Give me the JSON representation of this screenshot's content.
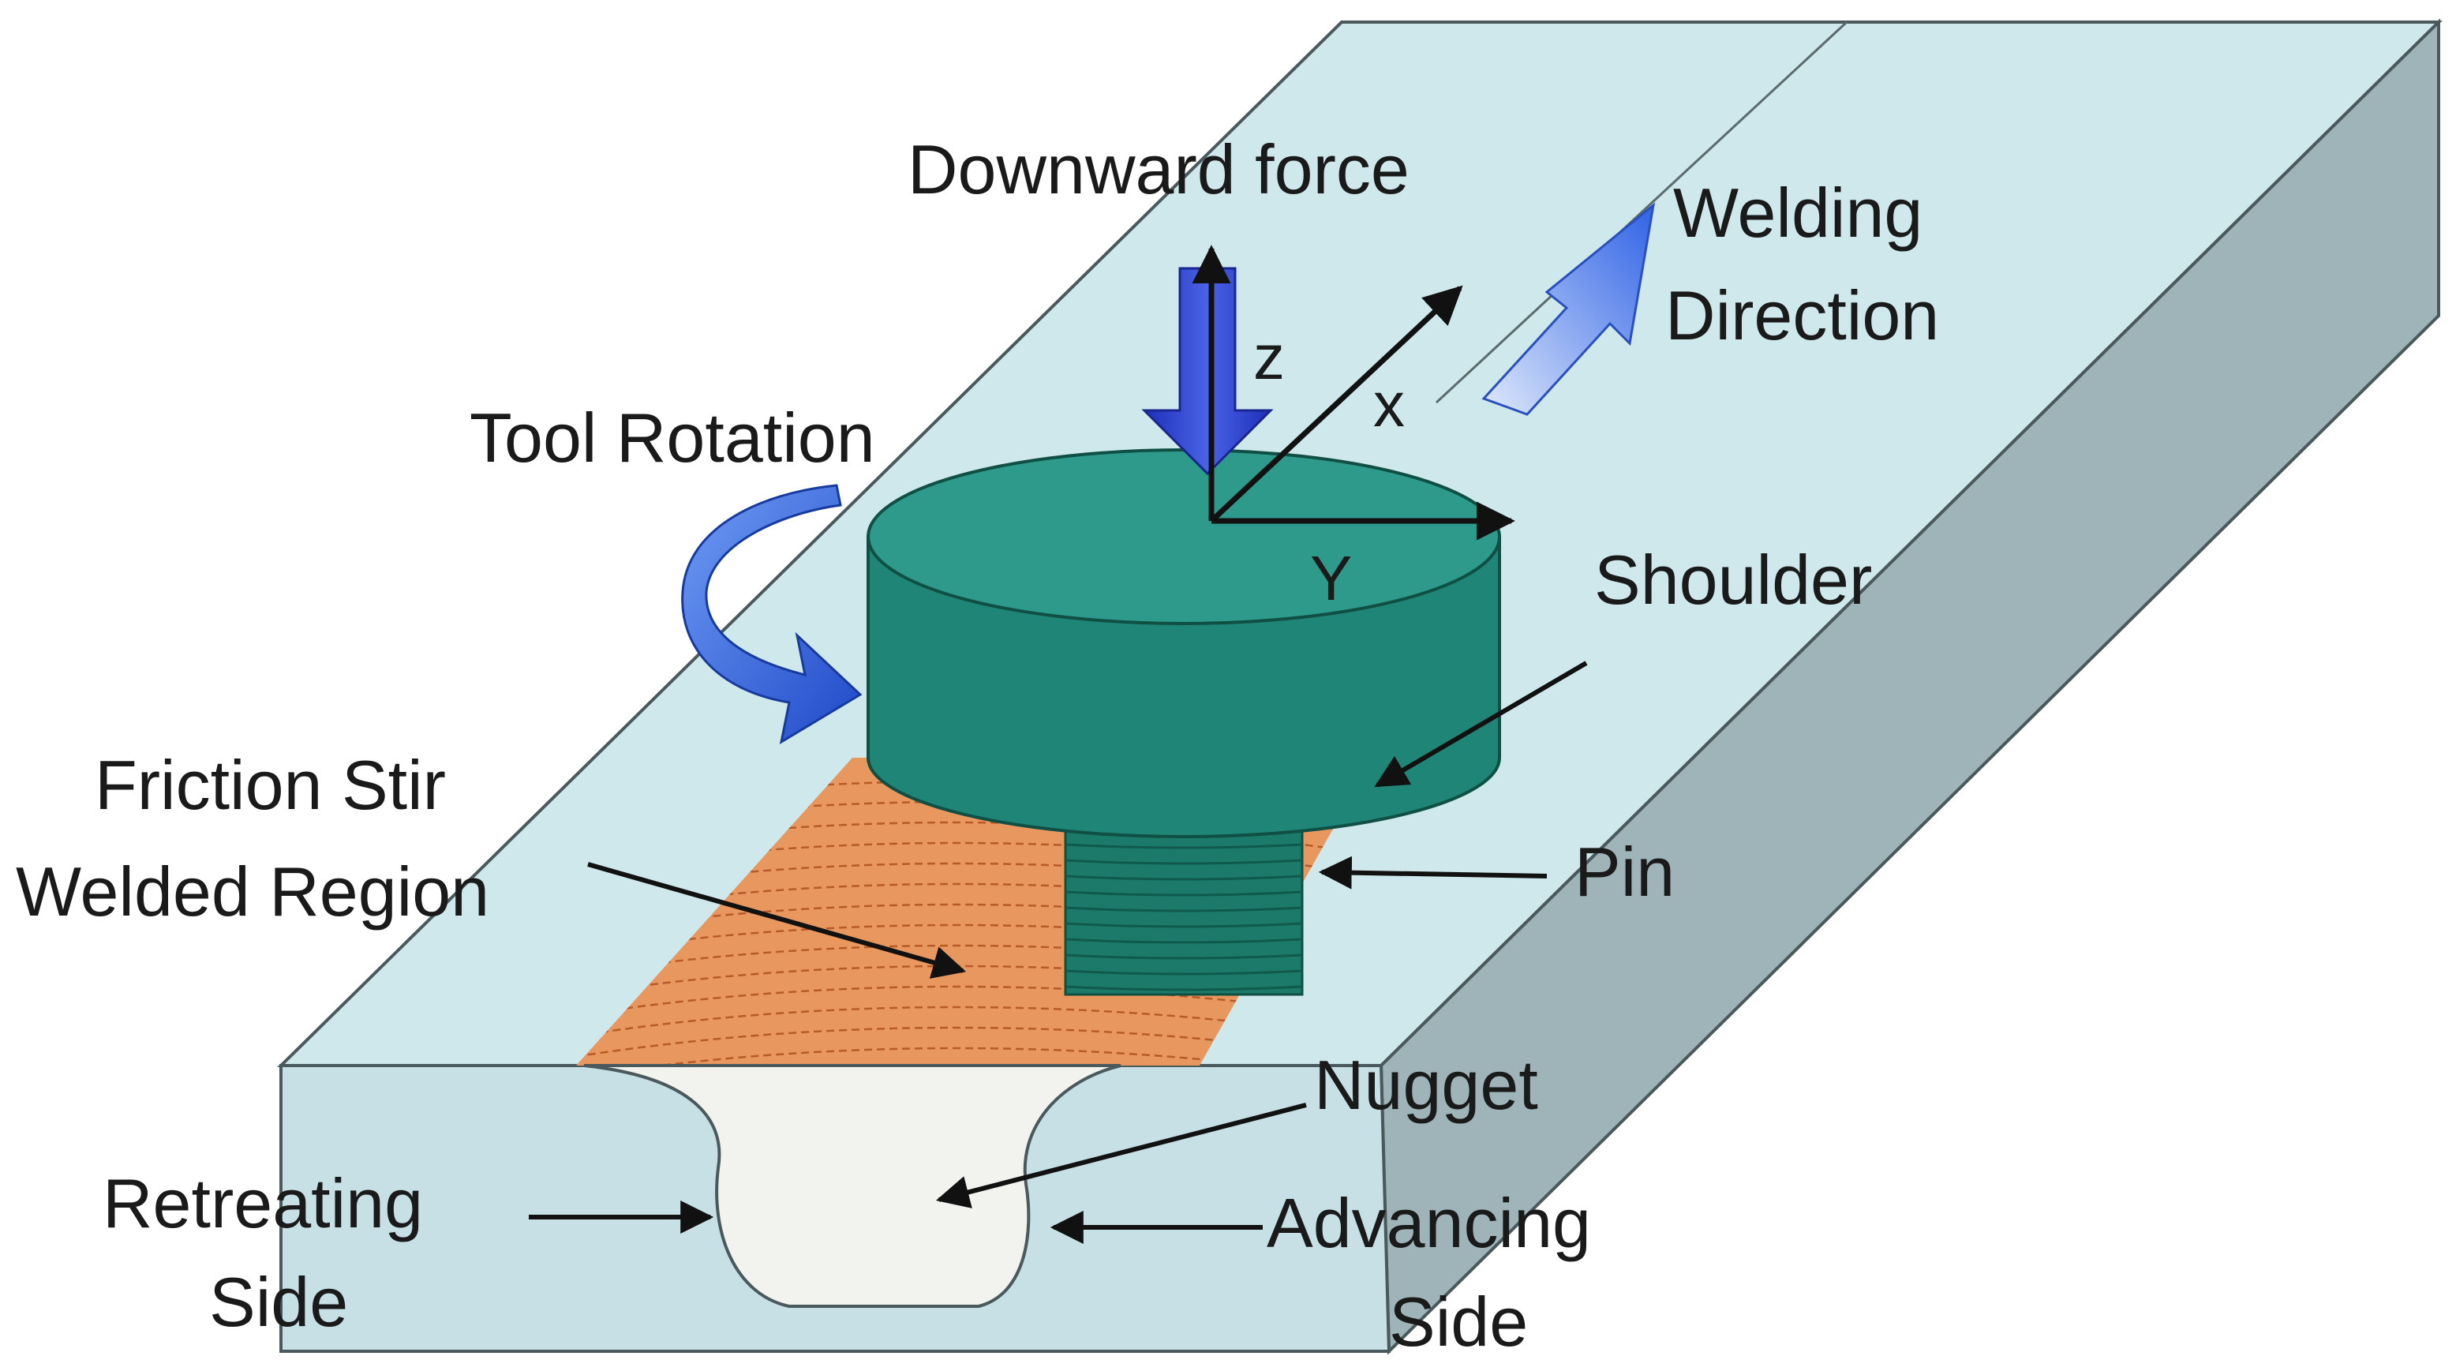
{
  "labels": {
    "downward_force": "Downward force",
    "welding_direction_1": "Welding",
    "welding_direction_2": "Direction",
    "tool_rotation": "Tool Rotation",
    "shoulder": "Shoulder",
    "friction_stir_1": "Friction Stir",
    "friction_stir_2": "Welded Region",
    "pin": "Pin",
    "nugget": "Nugget",
    "retreating_1": "Retreating",
    "retreating_2": "Side",
    "advancing_1": "Advancing",
    "advancing_2": "Side",
    "axis_z": "z",
    "axis_x": "x",
    "axis_y": "Y"
  },
  "colors": {
    "plate_top": "#cfe8ec",
    "plate_front": "#c6e0e5",
    "plate_side": "#9fb4b8",
    "outline": "#4a5a5c",
    "weld_region": "#e8975e",
    "weld_lines": "#b85a2a",
    "shoulder_top": "#2e9a8c",
    "shoulder_side": "#1f8576",
    "pin": "#1b7a6a",
    "nugget": "#f2f2ee",
    "force_arrow": "#2f3fd0",
    "rotation_arrow": "#2f62e6",
    "direction_arrow": "#3a73e8",
    "axis": "#111111"
  },
  "icons": [
    "downward-force-arrow-icon",
    "tool-rotation-arrow-icon",
    "welding-direction-arrow-icon"
  ]
}
